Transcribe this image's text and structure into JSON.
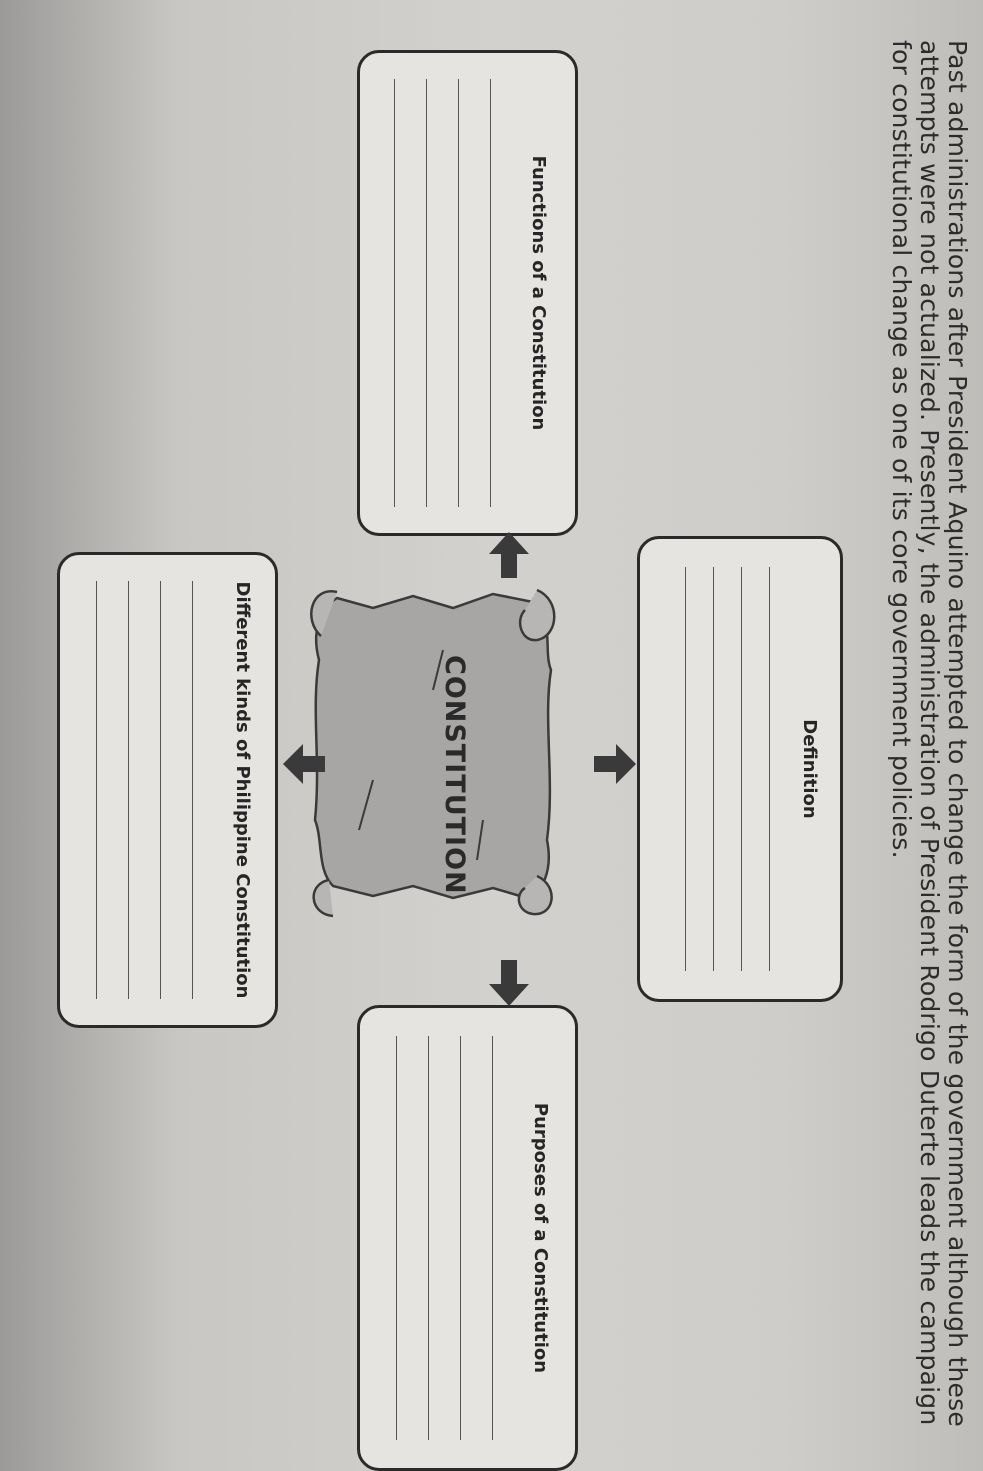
{
  "paragraph": {
    "line1": "Past administrations after President Aquino attempted to change the form of the government although these",
    "line2": "attempts were not actualized. Presently, the administration of President Rodrigo Duterte leads the campaign",
    "line3": "for constitutional change as one of its core government policies."
  },
  "center": {
    "label": "CONSTITUTION"
  },
  "boxes": {
    "definition": {
      "title": "Definition"
    },
    "functions": {
      "title": "Functions of a Constitution"
    },
    "purposes": {
      "title": "Purposes of a Constitution"
    },
    "kinds": {
      "title": "Different kinds of Philippine Constitution"
    }
  },
  "colors": {
    "box_border": "#2a2a2a",
    "scroll_fill": "#a8a6a4",
    "arrow_fill": "#3a3a3a"
  }
}
